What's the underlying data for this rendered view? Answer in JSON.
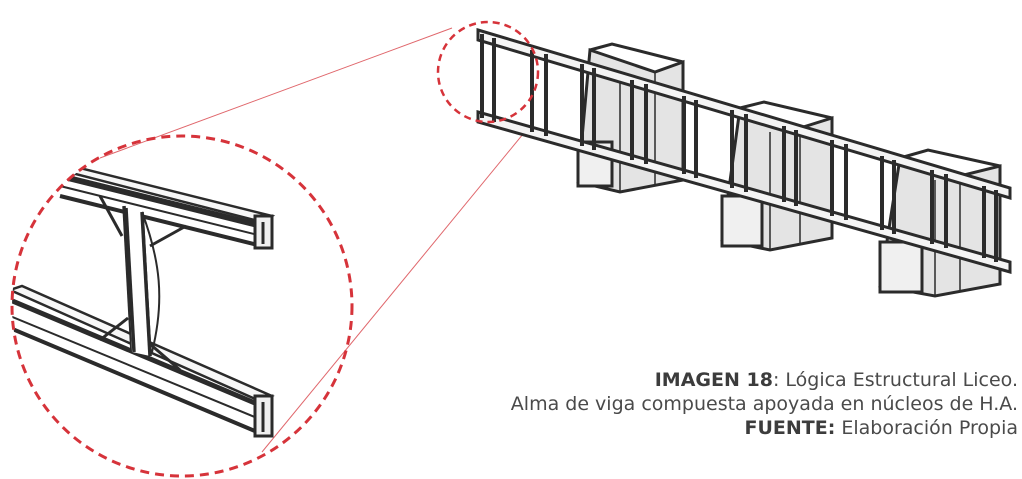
{
  "caption": {
    "line1_bold": "IMAGEN 18",
    "line1_rest": ": Lógica Estructural Liceo.",
    "line2": "Alma de viga compuesta apoyada en núcleos de H.A.",
    "line3_bold": "FUENTE:",
    "line3_rest": " Elaboración Propia"
  },
  "colors": {
    "callout": "#d6333a",
    "ink": "#2b2b2b",
    "core_fill": "#e2e2e2",
    "text": "#4a4a4a"
  }
}
